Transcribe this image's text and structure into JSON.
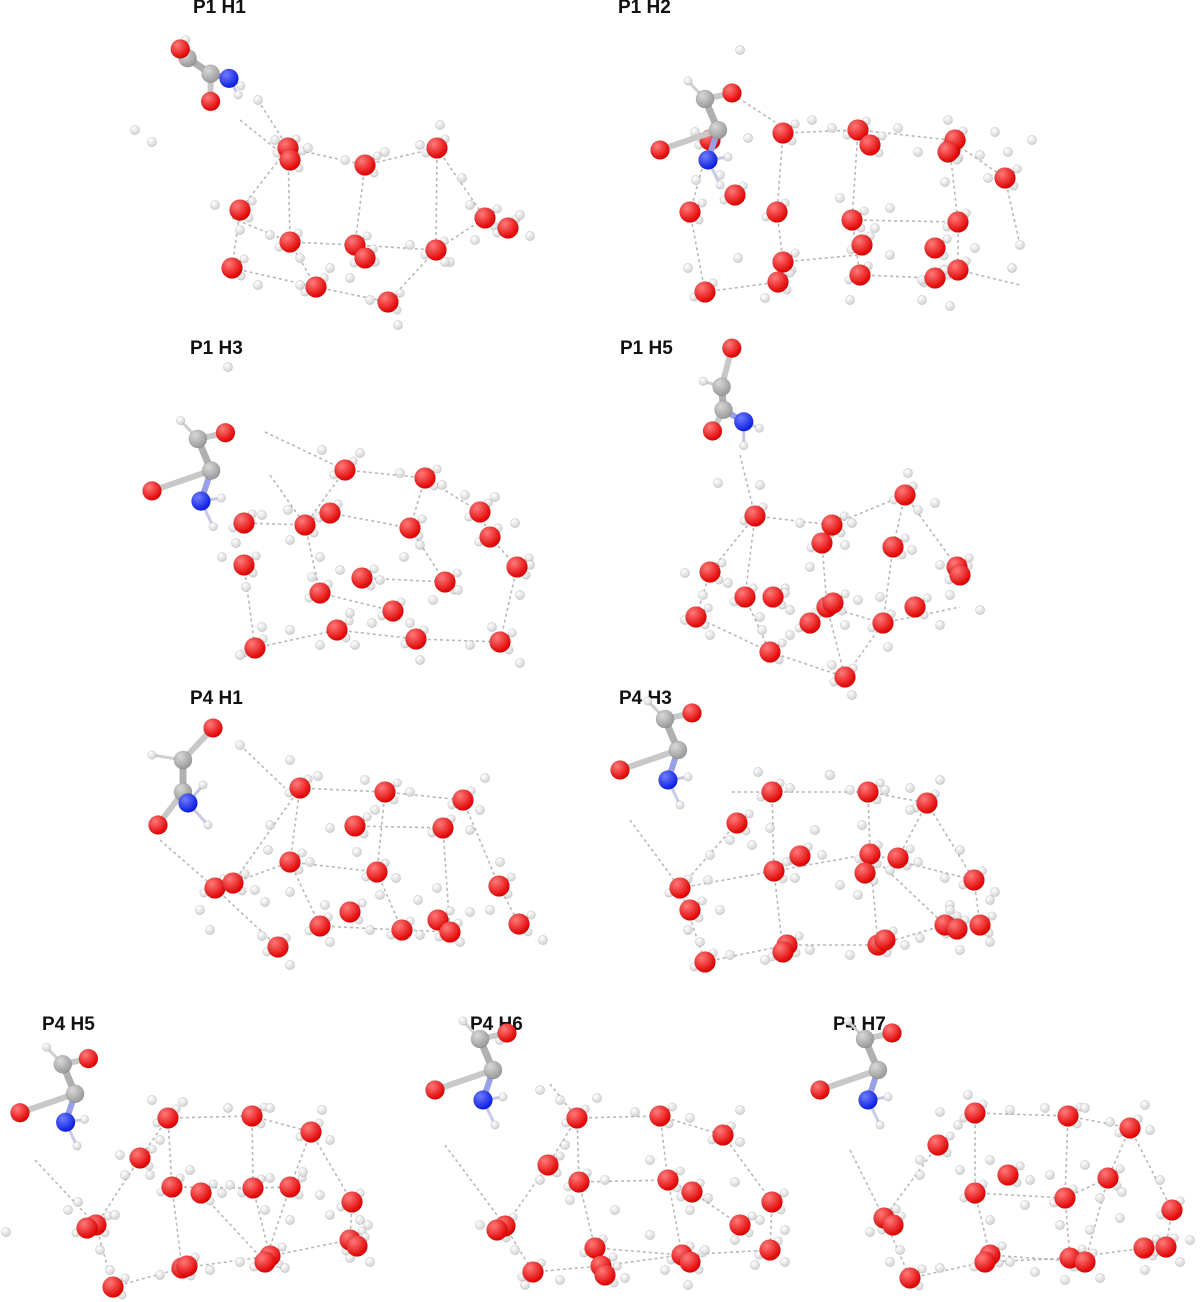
{
  "figure": {
    "panels": [
      {
        "id": "p1h1",
        "title": "P1 H1"
      },
      {
        "id": "p1h2",
        "title": "P1 H2"
      },
      {
        "id": "p1h3",
        "title": "P1 H3"
      },
      {
        "id": "p1h5",
        "title": "P1 H5"
      },
      {
        "id": "p4h1",
        "title": "P4 H1"
      },
      {
        "id": "p4h3",
        "title": "P4 H3"
      },
      {
        "id": "p4h5",
        "title": "P4 H5"
      },
      {
        "id": "p4h6",
        "title": "P4 H6"
      },
      {
        "id": "p4h7",
        "title": "P4 H7"
      }
    ],
    "colors": {
      "oxygen": "#e00000",
      "hydrogen": "#d4d4d4",
      "carbon": "#9a9a9a",
      "nitrogen": "#0a1ee0",
      "hbond": "#b8b8b8"
    }
  }
}
